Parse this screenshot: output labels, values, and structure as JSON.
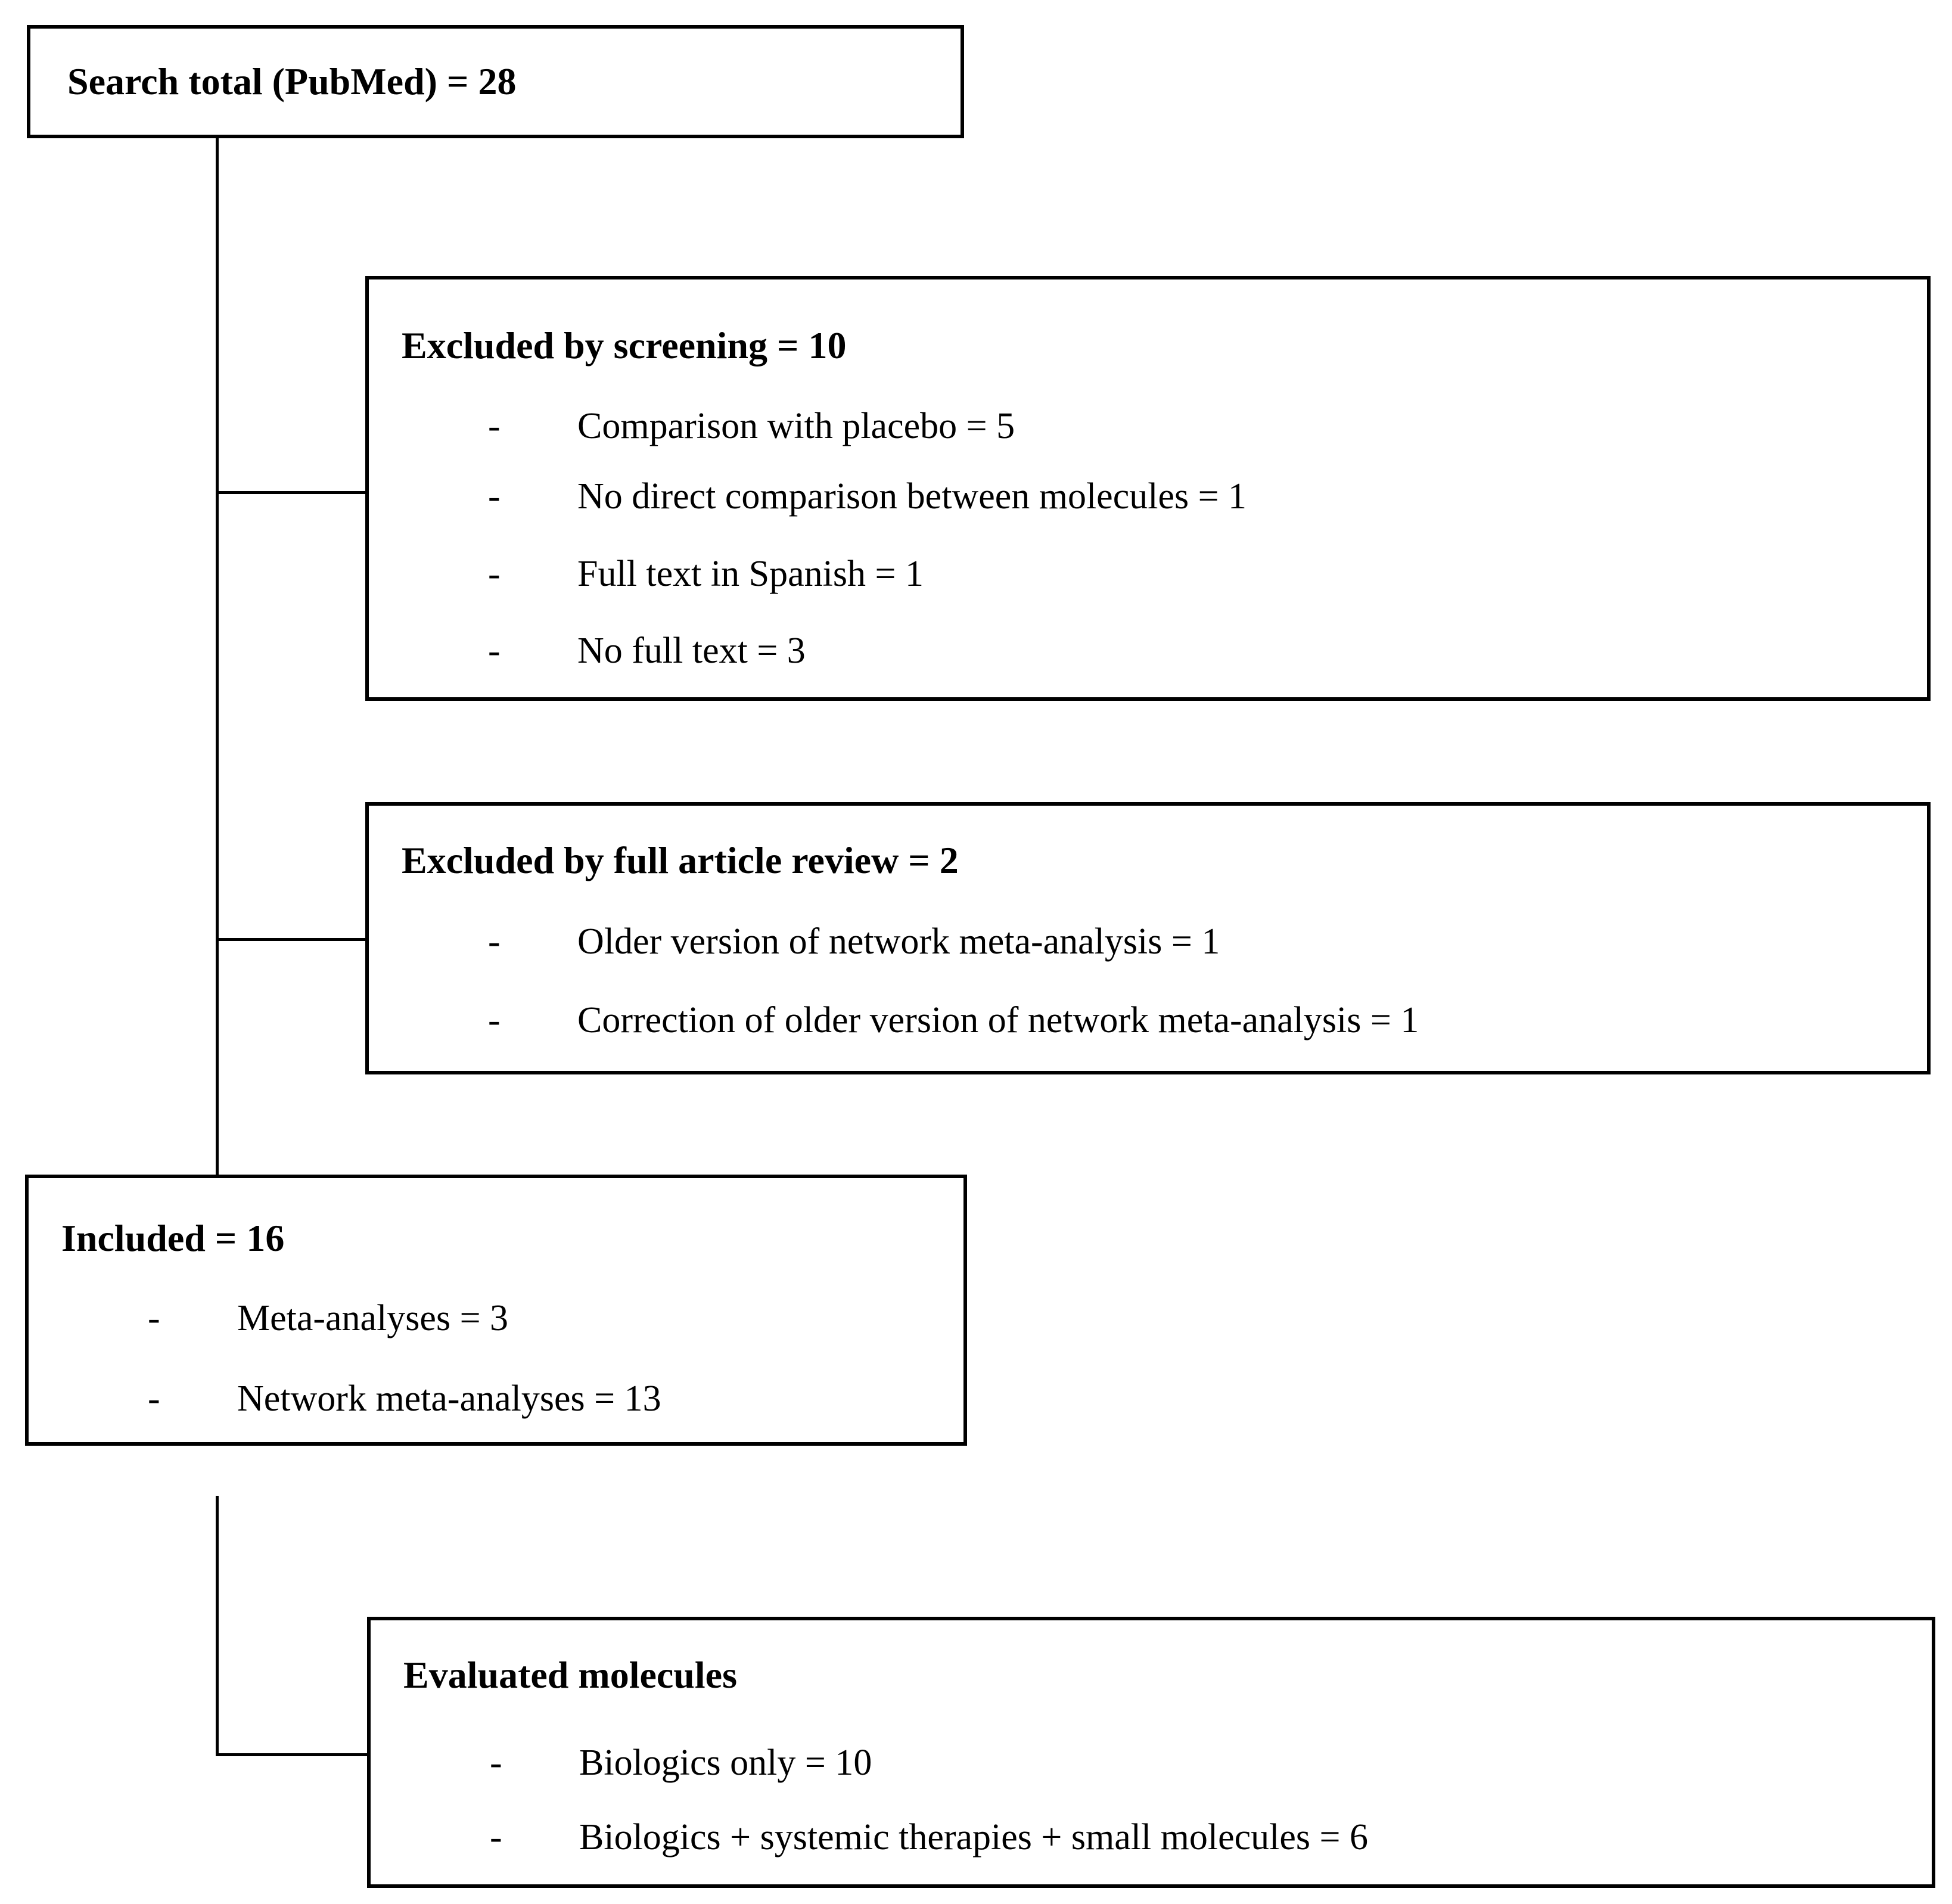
{
  "page": {
    "background": "#ffffff",
    "line_color": "#000000",
    "text_color": "#000000"
  },
  "flowchart": {
    "bullet_char": "-",
    "boxes": {
      "search_total": {
        "title": "Search total (PubMed) = 28"
      },
      "excluded_screening": {
        "title": "Excluded by screening = 10",
        "items": [
          "Comparison with placebo = 5",
          "No direct comparison between molecules = 1",
          "Full text in Spanish = 1",
          "No full text = 3"
        ]
      },
      "excluded_full_review": {
        "title": "Excluded by full article review = 2",
        "items": [
          "Older version of network meta-analysis = 1",
          "Correction of older version of network meta-analysis = 1"
        ]
      },
      "included": {
        "title": "Included = 16",
        "items": [
          "Meta-analyses = 3",
          "Network meta-analyses = 13"
        ]
      },
      "evaluated_molecules": {
        "title": "Evaluated molecules",
        "items": [
          "Biologics only = 10",
          "Biologics + systemic therapies + small molecules = 6"
        ]
      }
    }
  }
}
